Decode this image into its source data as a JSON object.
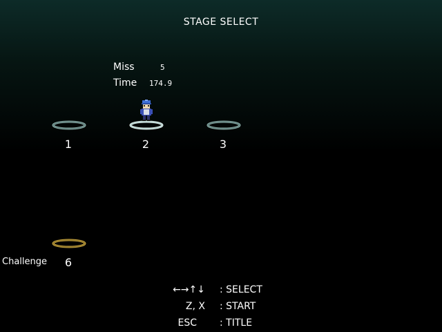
{
  "screen": {
    "title": "STAGE SELECT"
  },
  "stats": {
    "miss_label": "Miss",
    "miss_value": "5",
    "time_label": "Time",
    "time_value": "174.9"
  },
  "stages": [
    {
      "number": "1",
      "state": "normal"
    },
    {
      "number": "2",
      "state": "selected"
    },
    {
      "number": "3",
      "state": "normal"
    }
  ],
  "challenge": {
    "label": "Challenge",
    "number": "6"
  },
  "controls": [
    {
      "keys": "←→↑↓",
      "action": ": SELECT"
    },
    {
      "keys": "Z, X",
      "action": ": START"
    },
    {
      "keys": "ESC",
      "action": ": TITLE"
    }
  ],
  "colors": {
    "ring_normal": "#8fb0ad",
    "ring_selected": "#e8f4f2",
    "ring_challenge": "#c9a640",
    "character_cap": "#3f6fd6",
    "character_body": "#3a4fb5"
  }
}
